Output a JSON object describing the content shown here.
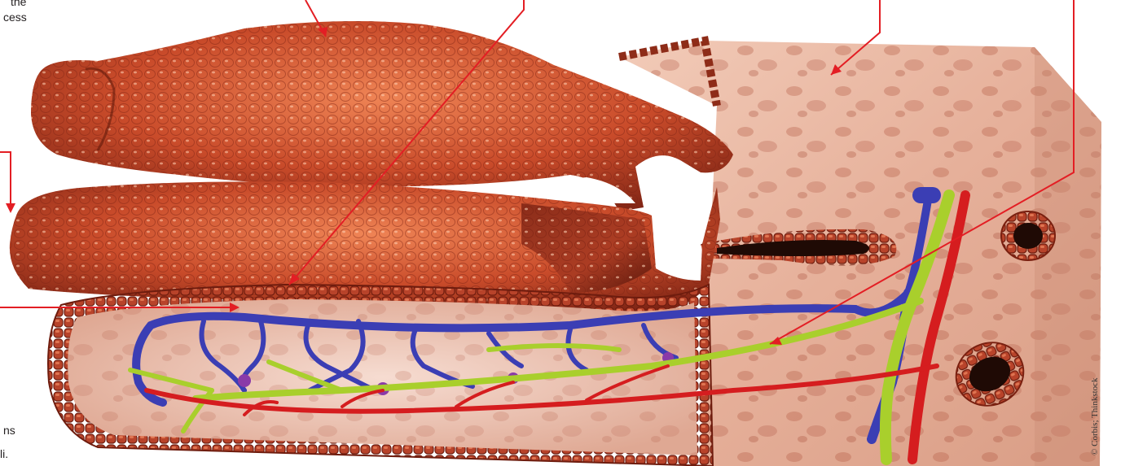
{
  "colors": {
    "leader": "#e31e24",
    "tissue_outer": "#a8321e",
    "tissue_mid": "#d0512e",
    "tissue_light": "#e9774a",
    "lamina": "#e8b6a6",
    "vein": "#3b3eb4",
    "lacteal": "#a9cf2c",
    "artery": "#d51d1f",
    "capillary_mix": "#8a3aa8"
  },
  "label_fragments": [
    {
      "key": "f1",
      "text": "the"
    },
    {
      "key": "f2",
      "text": "cess"
    },
    {
      "key": "f3",
      "text": "ns"
    },
    {
      "key": "f4",
      "text": "li."
    }
  ],
  "credit": "© Corbis; Thinkstock"
}
